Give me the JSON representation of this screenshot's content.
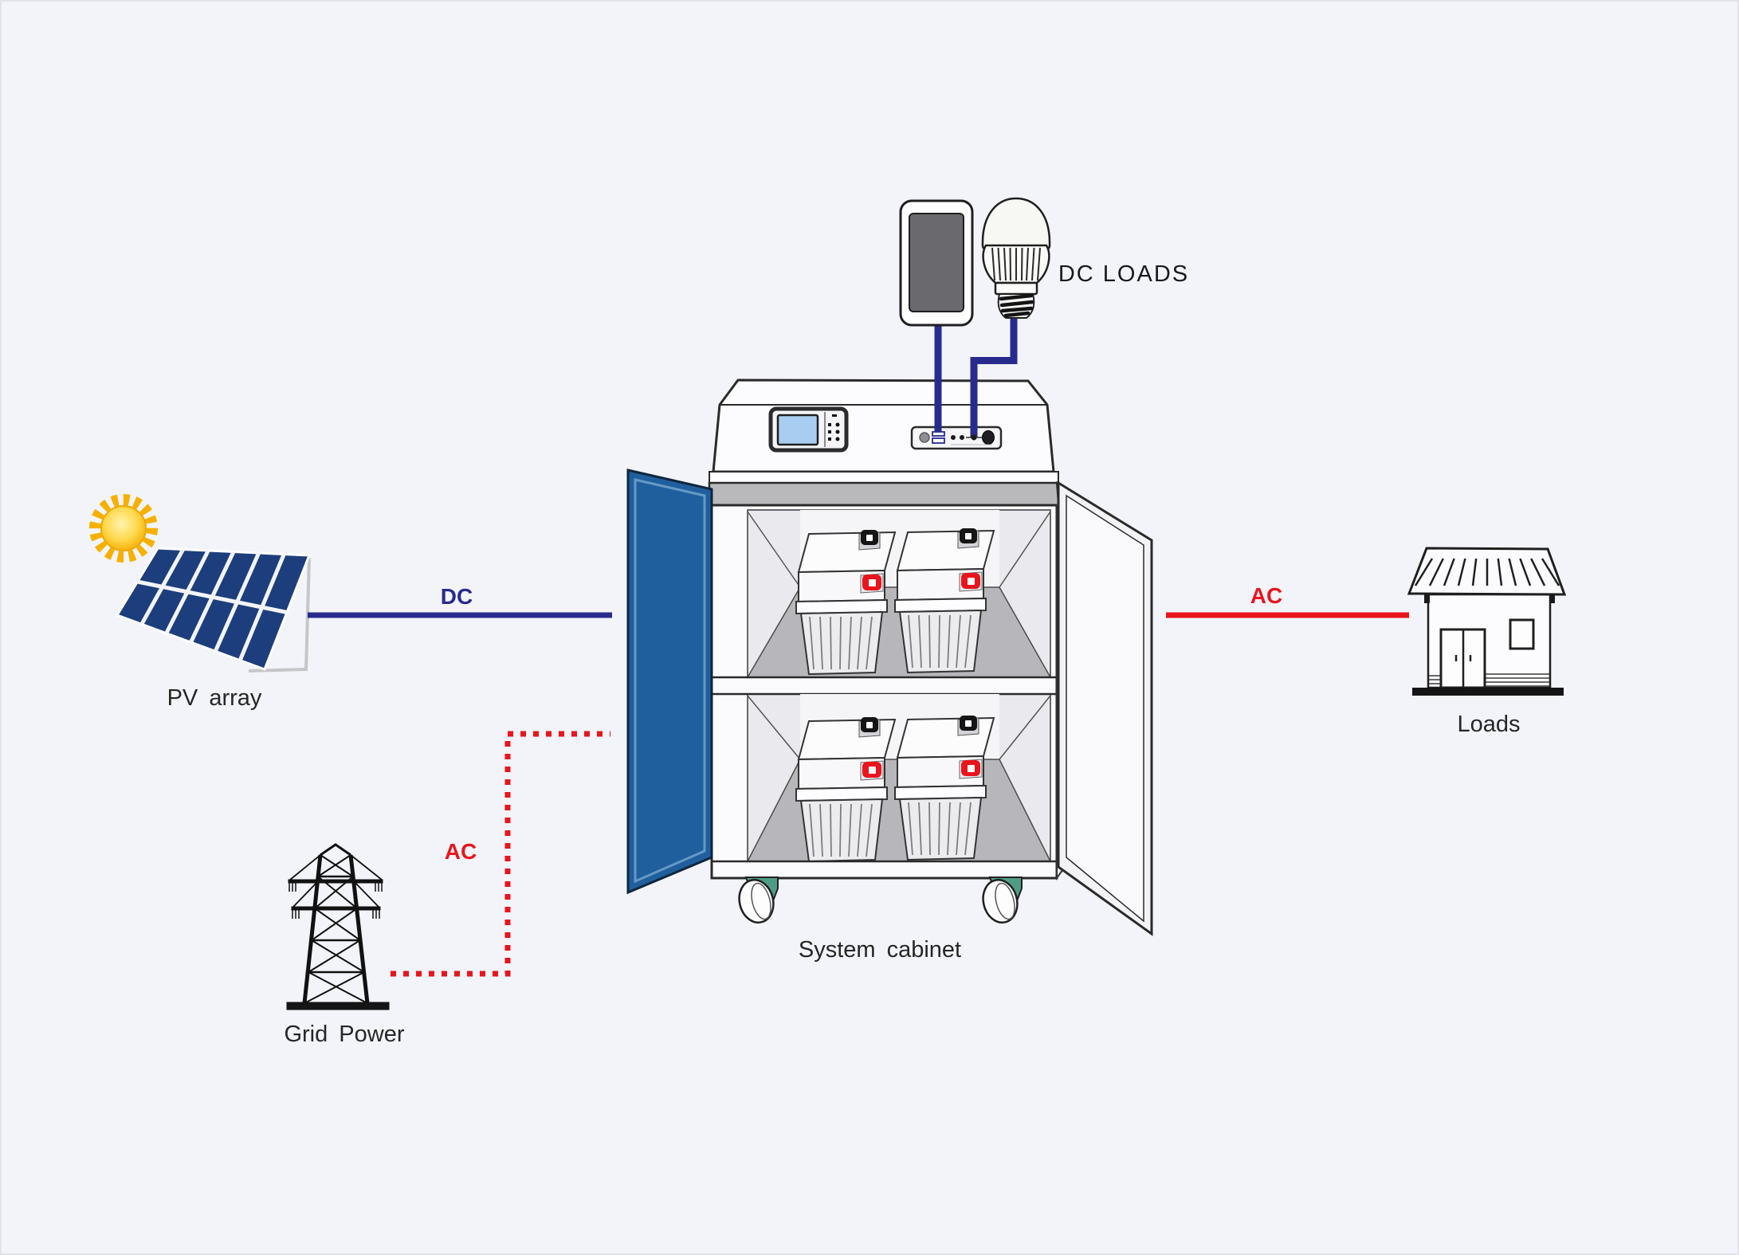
{
  "labels": {
    "pv_array": "PV array",
    "grid_power": "Grid Power",
    "system_cabinet": "System cabinet",
    "loads": "Loads",
    "dc_loads": "DC LOADS",
    "dc": "DC",
    "ac_grid": "AC",
    "ac_out": "AC"
  },
  "colors": {
    "background": "#f3f4f9",
    "dc_blue": "#282b8e",
    "ac_red": "#e8151d",
    "pv_panel_blue": "#1d3e7d",
    "door_blue": "#1f5f9e",
    "caster_teal": "#4f9c86",
    "battery_terminal_red": "#e8151d",
    "sun_yellow": "#f6b100",
    "label_text": "#262626"
  }
}
